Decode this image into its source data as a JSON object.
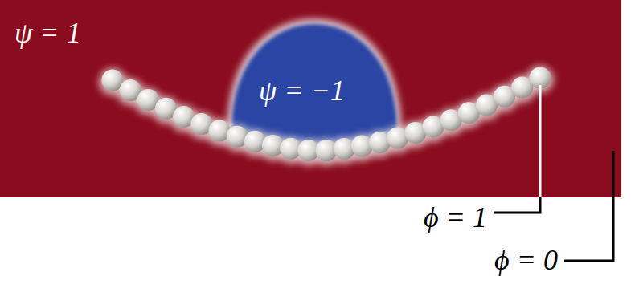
{
  "diagram": {
    "labels": [
      "ψ = 1",
      "ψ = −1",
      "ϕ = 1",
      "ϕ = 0"
    ]
  }
}
